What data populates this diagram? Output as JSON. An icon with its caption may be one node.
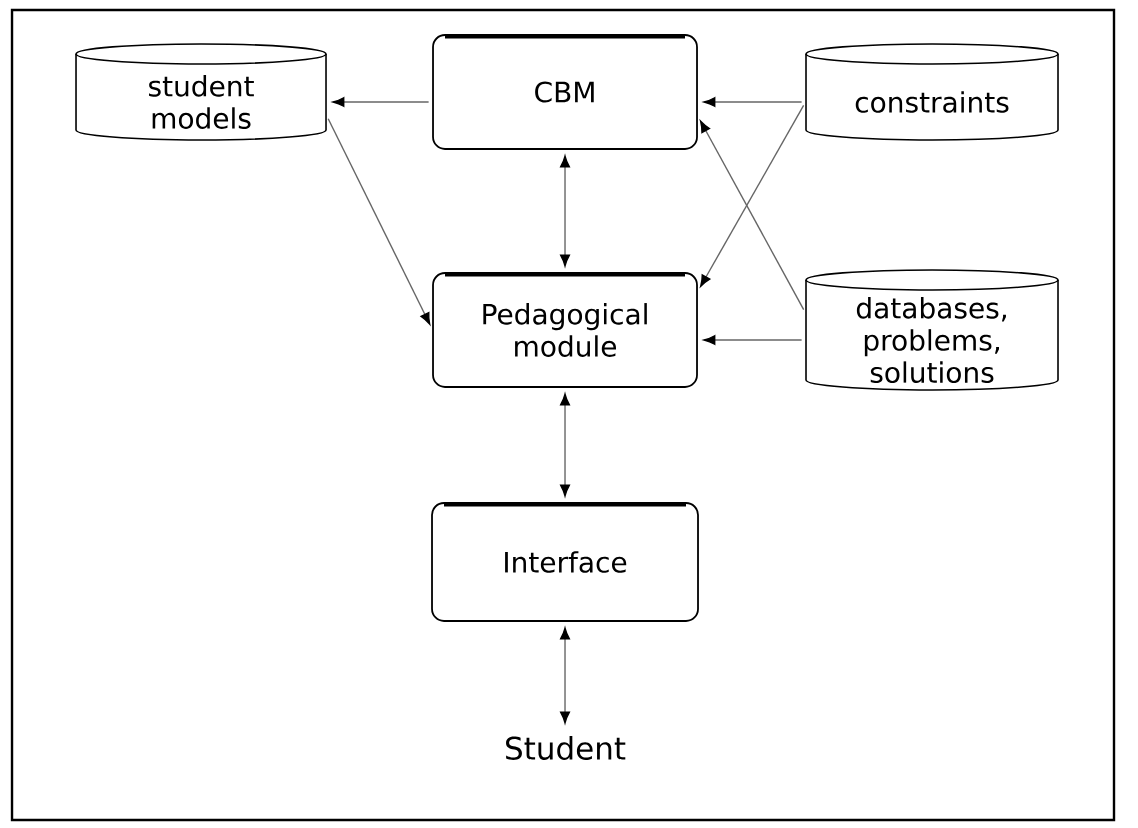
{
  "diagram": {
    "nodes": [
      {
        "text": [
          "student models"
        ]
      },
      {
        "text": [
          "CBM"
        ]
      },
      {
        "text": [
          "constraints"
        ]
      },
      {
        "text": [
          "Pedagogical module"
        ]
      },
      {
        "text": [
          "databases, problems, solutions"
        ]
      },
      {
        "text": [
          "Interface"
        ]
      },
      {
        "text": [
          "Student"
        ]
      }
    ],
    "edges": [
      {
        "from": 1,
        "to": 0,
        "arrow": "to"
      },
      {
        "from": 0,
        "to": 3,
        "arrow": "to"
      },
      {
        "from": 1,
        "to": 3,
        "arrow": "both"
      },
      {
        "from": 2,
        "to": 1,
        "arrow": "to"
      },
      {
        "from": 2,
        "to": 3,
        "arrow": "to"
      },
      {
        "from": 4,
        "to": 1,
        "arrow": "to"
      },
      {
        "from": 4,
        "to": 3,
        "arrow": "to"
      },
      {
        "from": 3,
        "to": 5,
        "arrow": "both"
      },
      {
        "from": 5,
        "to": 6,
        "arrow": "both"
      }
    ]
  }
}
